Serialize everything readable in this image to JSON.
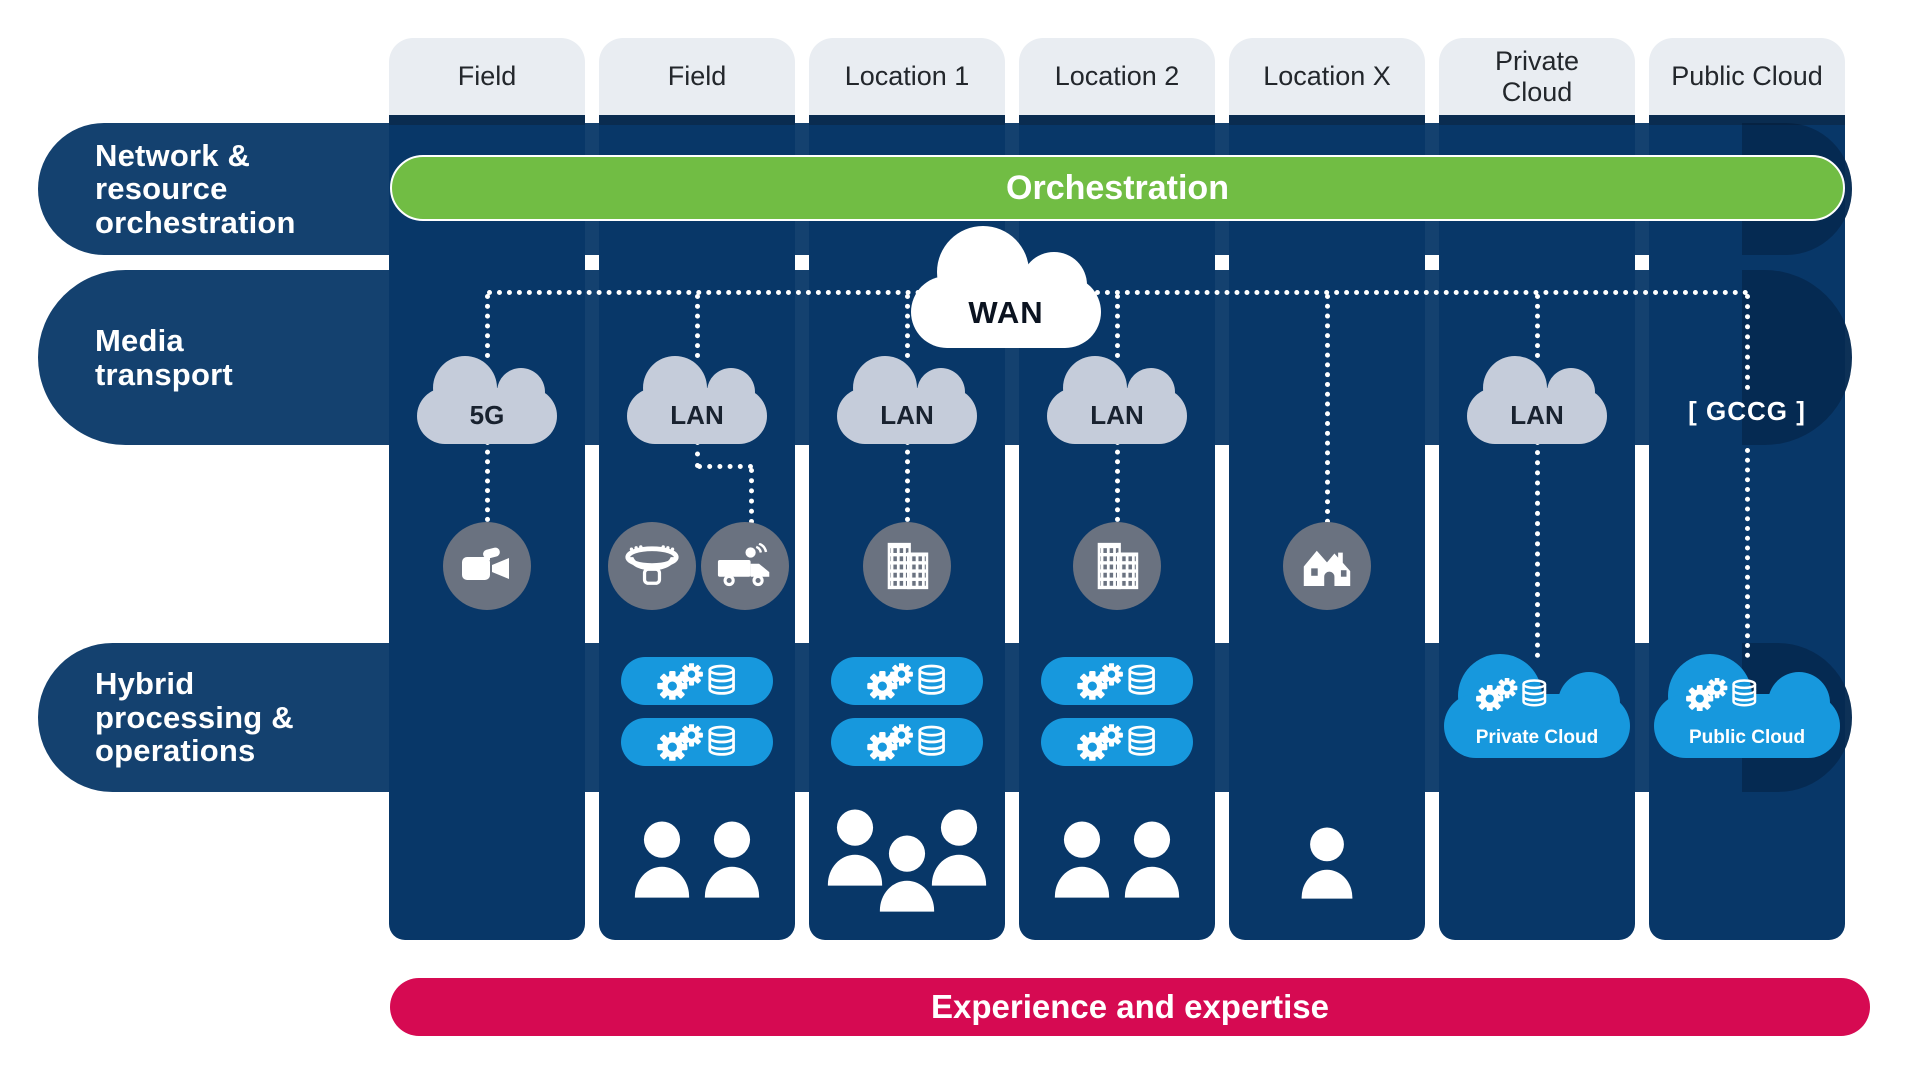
{
  "columns": [
    {
      "label": "Field",
      "transport": "5G"
    },
    {
      "label": "Field",
      "transport": "LAN"
    },
    {
      "label": "Location 1",
      "transport": "LAN"
    },
    {
      "label": "Location 2",
      "transport": "LAN"
    },
    {
      "label": "Location X",
      "transport": ""
    },
    {
      "label": "Private Cloud",
      "transport": "LAN"
    },
    {
      "label": "Public Cloud",
      "transport": "[ GCCG ]"
    }
  ],
  "rows": [
    {
      "lines": [
        "Network &",
        "resource",
        "orchestration"
      ]
    },
    {
      "lines": [
        "Media",
        "transport"
      ]
    },
    {
      "lines": [
        "Hybrid",
        "processing &",
        "operations"
      ]
    }
  ],
  "orchestration_label": "Orchestration",
  "wan_label": "WAN",
  "private_cloud_label": "Private Cloud",
  "public_cloud_label": "Public Cloud",
  "banner_label": "Experience and expertise",
  "icons": {
    "field1": "video-camera-icon",
    "field2": [
      "stadium-icon",
      "satellite-truck-icon"
    ],
    "location1": "buildings-icon",
    "location2": "buildings-icon",
    "locationX": "house-icon",
    "processing": "gears-database-icon",
    "people": "people-icon"
  },
  "colors": {
    "column_navy": "#083768",
    "band_navy": "#14416F",
    "tab_strip_navy": "#0A2C50",
    "header_gray": "#E9EDF2",
    "green": "#71BD44",
    "bright_blue": "#1798DD",
    "crimson": "#D60A52",
    "circle_gray": "#6A7280",
    "cloud_gray": "#C5CCDA",
    "white": "#FFFFFF"
  }
}
